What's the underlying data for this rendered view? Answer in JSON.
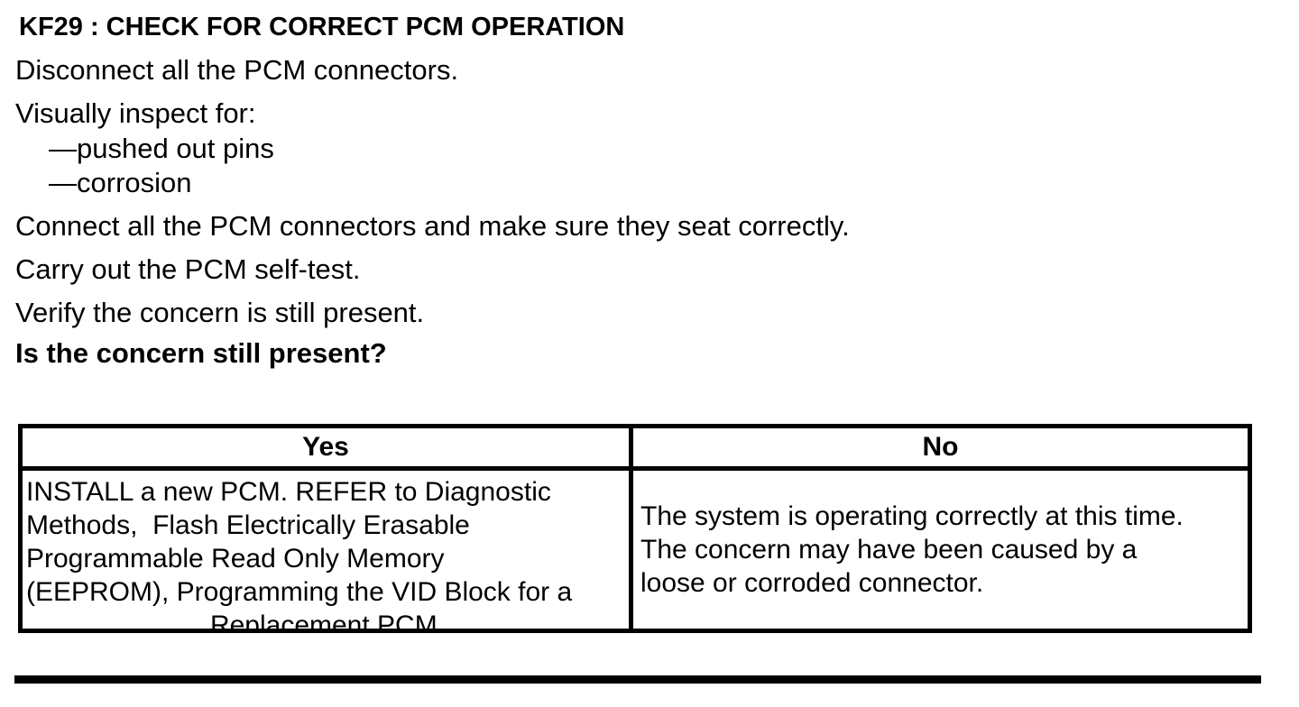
{
  "document": {
    "title": "KF29 : CHECK FOR CORRECT PCM OPERATION",
    "steps": {
      "disconnect": "Disconnect all the PCM connectors.",
      "inspect": "Visually inspect for:",
      "inspect_item_pins": "—pushed out pins",
      "inspect_item_corrosion": "—corrosion",
      "connect": "Connect all the PCM connectors and make sure they seat correctly.",
      "selftest": "Carry out the PCM self-test.",
      "verify": "Verify the concern is still present.",
      "question": "Is the concern still present?"
    },
    "result_table": {
      "yes_header": "Yes",
      "no_header": "No",
      "yes_lines": {
        "0": "INSTALL a new PCM. REFER to Diagnostic",
        "1": "Methods,  Flash Electrically Erasable",
        "2": "Programmable Read Only Memory",
        "3": "(EEPROM), Programming the VID Block for a",
        "4": "Replacement PCM."
      },
      "no_lines": {
        "0": "The system is operating correctly at this time.",
        "1": "The concern may have been caused by a",
        "2": "loose or corroded connector."
      }
    },
    "colors": {
      "text": "#000000",
      "background": "#ffffff",
      "border": "#000000"
    }
  }
}
